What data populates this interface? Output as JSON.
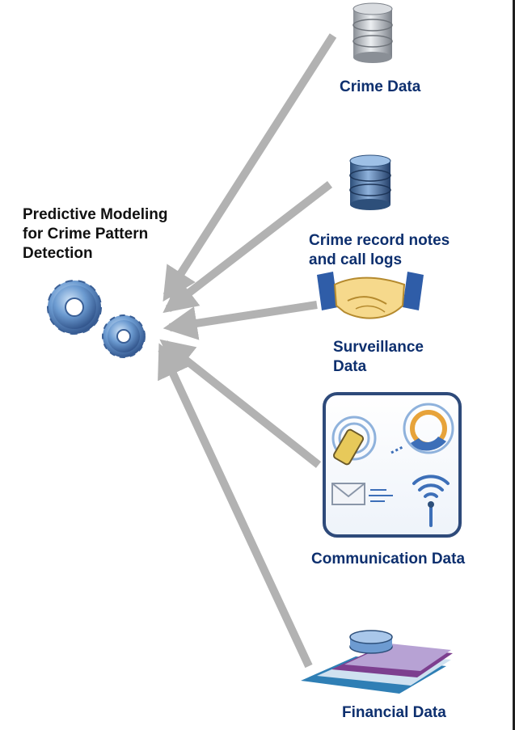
{
  "title": {
    "lines": [
      "Predictive Modeling",
      "for Crime Pattern",
      "Detection"
    ]
  },
  "sources": {
    "crime_data": {
      "label": "Crime Data"
    },
    "notes": {
      "lines": [
        "Crime record notes",
        "and call logs"
      ]
    },
    "surveillance": {
      "lines": [
        "Surveillance",
        "Data"
      ]
    },
    "communication": {
      "label": "Communication Data"
    },
    "financial": {
      "label": "Financial Data"
    }
  },
  "colors": {
    "label_blue": "#0d2f6e",
    "arrow_gray": "#b2b2b2",
    "gear_blue": "#5a8cc4",
    "panel_border": "#2e4a7a"
  },
  "icons": [
    "gears-icon",
    "database-icon",
    "handshake-icon",
    "communication-panel-icon",
    "money-icon"
  ]
}
